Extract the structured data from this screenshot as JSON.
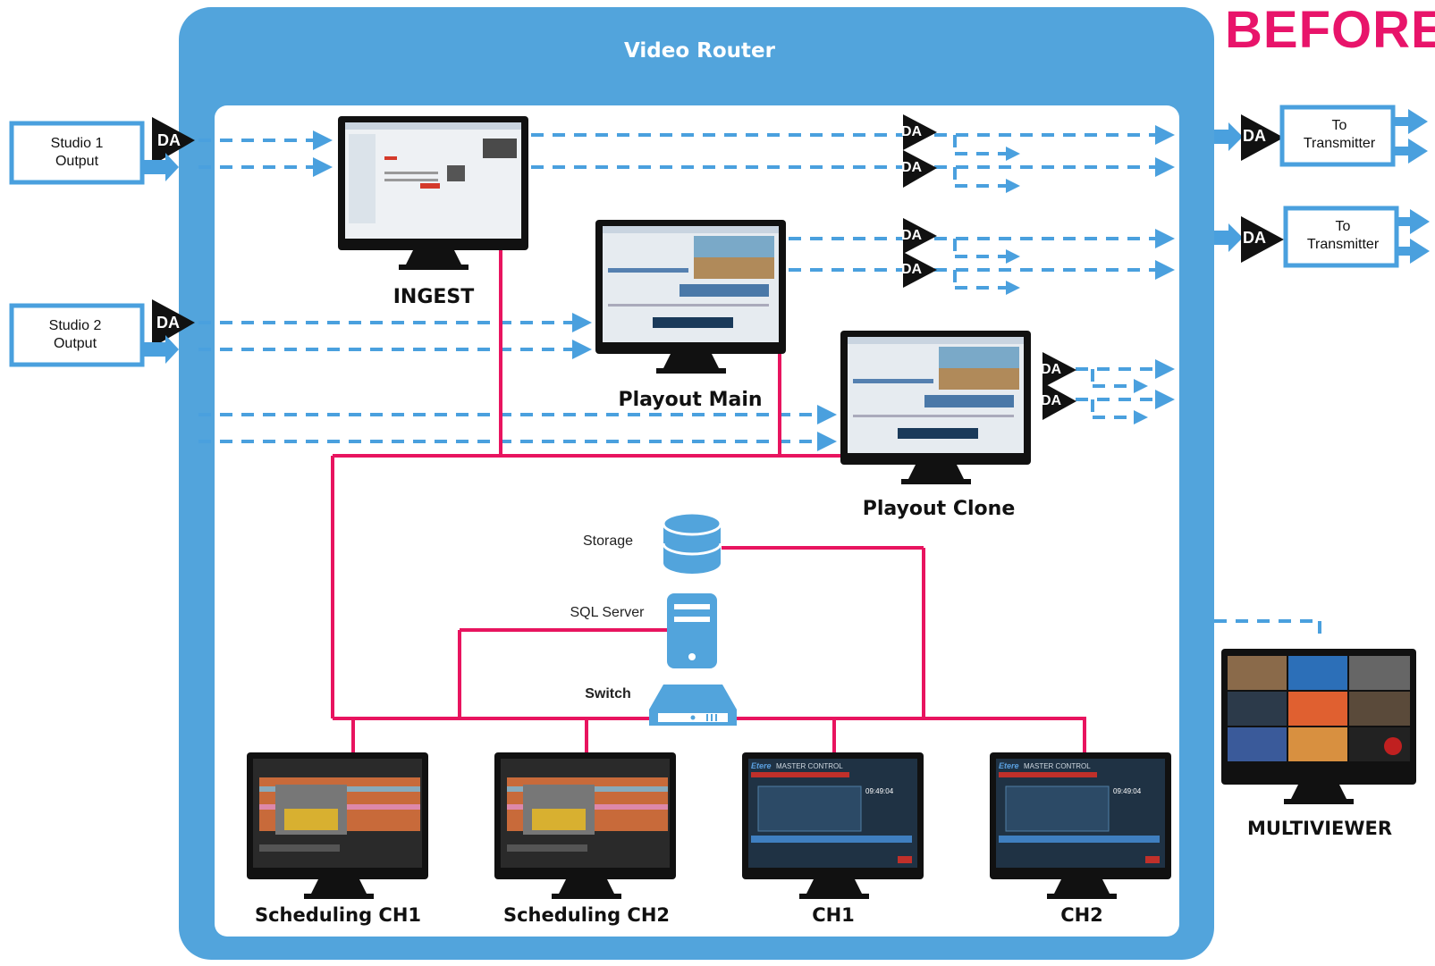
{
  "header": {
    "before_label": "BEFORE",
    "router_title": "Video Router"
  },
  "inputs": [
    {
      "line1": "Studio 1",
      "line2": "Output"
    },
    {
      "line1": "Studio 2",
      "line2": "Output"
    }
  ],
  "outputs": [
    {
      "line1": "To",
      "line2": "Transmitter"
    },
    {
      "line1": "To",
      "line2": "Transmitter"
    }
  ],
  "da_label": "DA",
  "monitors": {
    "ingest": "INGEST",
    "playout_main": "Playout Main",
    "playout_clone": "Playout Clone",
    "scheduling_ch1": "Scheduling CH1",
    "scheduling_ch2": "Scheduling CH2",
    "ch1": "CH1",
    "ch2": "CH2",
    "multiviewer": "MULTIVIEWER"
  },
  "infrastructure": {
    "storage": "Storage",
    "sql_server": "SQL Server",
    "switch": "Switch"
  },
  "master_control": {
    "brand": "Etere",
    "title": "MASTER CONTROL",
    "time": "09:49:04"
  },
  "colors": {
    "router_blue": "#52a4dc",
    "signal_blue": "#4aa0de",
    "network_pink": "#e8145f",
    "before_pink": "#e8146a"
  }
}
